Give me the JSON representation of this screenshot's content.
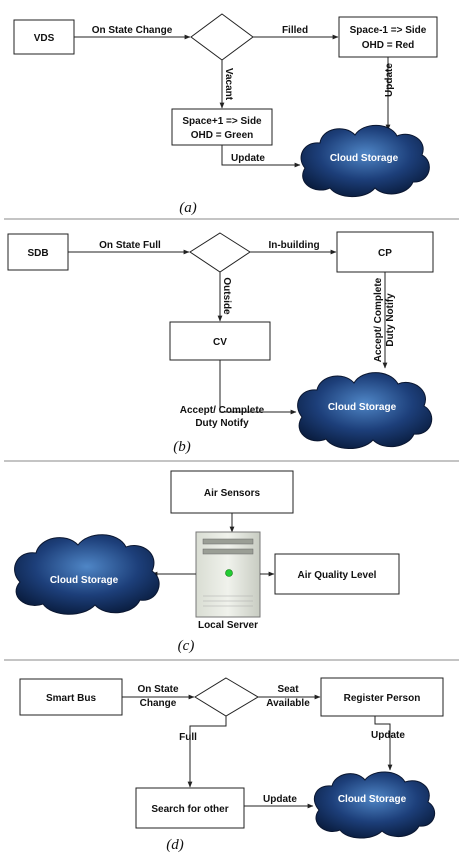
{
  "panel_a": {
    "vds": "VDS",
    "on_state_change": "On State Change",
    "filled": "Filled",
    "vacant": "Vacant",
    "filled_box_line1": "Space-1 => Side",
    "filled_box_line2": "OHD = Red",
    "vacant_box_line1": "Space+1 => Side",
    "vacant_box_line2": "OHD = Green",
    "update_right": "Update",
    "update_bottom": "Update",
    "cloud": "Cloud Storage",
    "caption": "(a)"
  },
  "panel_b": {
    "sdb": "SDB",
    "on_state_full": "On State Full",
    "in_building": "In-building",
    "outside": "Outside",
    "cp": "CP",
    "cv": "CV",
    "cp_notify_line1": "Accept/ Complete",
    "cp_notify_line2": "Duty Notify",
    "cv_notify_line1": "Accept/ Complete",
    "cv_notify_line2": "Duty Notify",
    "cloud": "Cloud Storage",
    "caption": "(b)"
  },
  "panel_c": {
    "air_sensors": "Air Sensors",
    "air_quality": "Air Quality Level",
    "local_server": "Local Server",
    "cloud": "Cloud Storage",
    "caption": "(c)"
  },
  "panel_d": {
    "smart_bus": "Smart Bus",
    "on_state_line1": "On State",
    "on_state_line2": "Change",
    "seat_line1": "Seat",
    "seat_line2": "Available",
    "register": "Register Person",
    "full": "Full",
    "update_right": "Update",
    "search": "Search for other",
    "update_bottom": "Update",
    "cloud": "Cloud Storage",
    "caption": "(d)"
  }
}
